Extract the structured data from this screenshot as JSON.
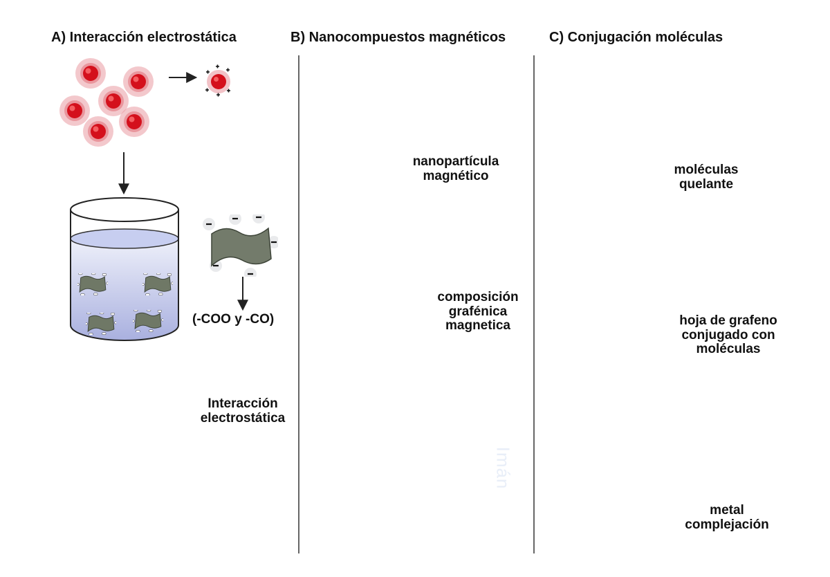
{
  "panels": [
    {
      "title": "A) Interacción electrostática"
    },
    {
      "title": "B) Nanocompuestos magnéticos"
    },
    {
      "title": "C) Conjugación moléculas"
    }
  ],
  "labels": {
    "group_a": "(-COO y -CO)",
    "interaction_1": "Interacción",
    "interaction_2": "electrostática",
    "nanoparticle_1": "nanopartícula",
    "nanoparticle_2": "magnético",
    "composite_1": "composición",
    "composite_2": "grafénica",
    "composite_3": "magnetica",
    "magnet": "Imán",
    "chelating_1": "moléculas",
    "chelating_2": "quelante",
    "sheet_1": "hoja de grafeno",
    "sheet_2": "conjugado con",
    "sheet_3": "moléculas",
    "metal_1": "metal",
    "metal_2": "complejación"
  },
  "icons": {
    "metal_ion": "red-ion-icon",
    "charged_ion": "charged-ion-icon",
    "graphene_sheet": "graphene-sheet-icon",
    "magnetic_nanoparticle": "orange-nanoparticle-icon",
    "chelating_molecule": "green-strand-icon"
  },
  "colors": {
    "ion": "#e0141e",
    "ion_glow": "#e8a2a8",
    "sheet": "#727a6a",
    "nanoparticle": "#e07818",
    "chelator": "#22a050",
    "magnet": "#4a7bbf",
    "liquid": "#b8bfe6"
  }
}
